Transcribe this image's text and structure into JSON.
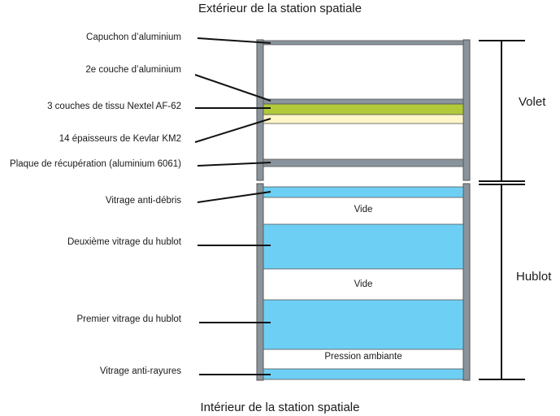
{
  "titles": {
    "top": "Extérieur de la station spatiale",
    "bottom": "Intérieur de la station spatiale"
  },
  "labels": {
    "capuchon": "Capuchon d’aluminium",
    "couche2": "2e couche d’aluminium",
    "nextel": "3 couches de tissu Nextel AF-62",
    "kevlar": "14 épaisseurs de Kevlar KM2",
    "plaque": "Plaque de récupération (aluminium 6061)",
    "vitrage_debris": "Vitrage anti-débris",
    "deuxieme_vitrage": "Deuxième vitrage du hublot",
    "premier_vitrage": "Premier vitrage du hublot",
    "vitrage_rayures": "Vitrage anti-rayures"
  },
  "gaps": {
    "vide1": "Vide",
    "vide2": "Vide",
    "pression": "Pression ambiante"
  },
  "brackets": {
    "volet": "Volet",
    "hublot": "Hublot"
  },
  "colors": {
    "frame": "#8a949c",
    "glass": "#6ecff4",
    "nextel": "#b2c93a",
    "kevlar": "#fff7c8"
  }
}
